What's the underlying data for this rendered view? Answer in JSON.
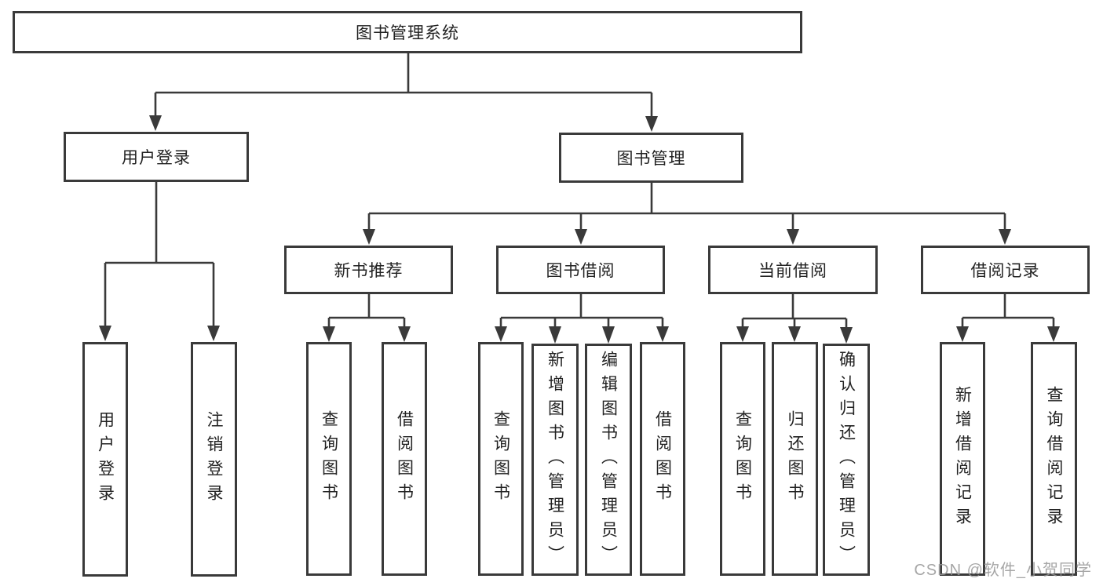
{
  "watermark": "CSDN @软件_小贺同学",
  "colors": {
    "line": "#3a3a3a",
    "box_border": "#3a3a3a",
    "text": "#222222",
    "background": "#ffffff",
    "watermark": "#969696"
  },
  "tree": {
    "label": "图书管理系统",
    "children": [
      {
        "label": "用户登录",
        "children": [
          {
            "label": "用户登录"
          },
          {
            "label": "注销登录"
          }
        ]
      },
      {
        "label": "图书管理",
        "children": [
          {
            "label": "新书推荐",
            "children": [
              {
                "label": "查询图书"
              },
              {
                "label": "借阅图书"
              }
            ]
          },
          {
            "label": "图书借阅",
            "children": [
              {
                "label": "查询图书"
              },
              {
                "label": "新增图书（管理员）"
              },
              {
                "label": "编辑图书（管理员）"
              },
              {
                "label": "借阅图书"
              }
            ]
          },
          {
            "label": "当前借阅",
            "children": [
              {
                "label": "查询图书"
              },
              {
                "label": "归还图书"
              },
              {
                "label": "确认归还（管理员）"
              }
            ]
          },
          {
            "label": "借阅记录",
            "children": [
              {
                "label": "新增借阅记录"
              },
              {
                "label": "查询借阅记录"
              }
            ]
          }
        ]
      }
    ]
  }
}
